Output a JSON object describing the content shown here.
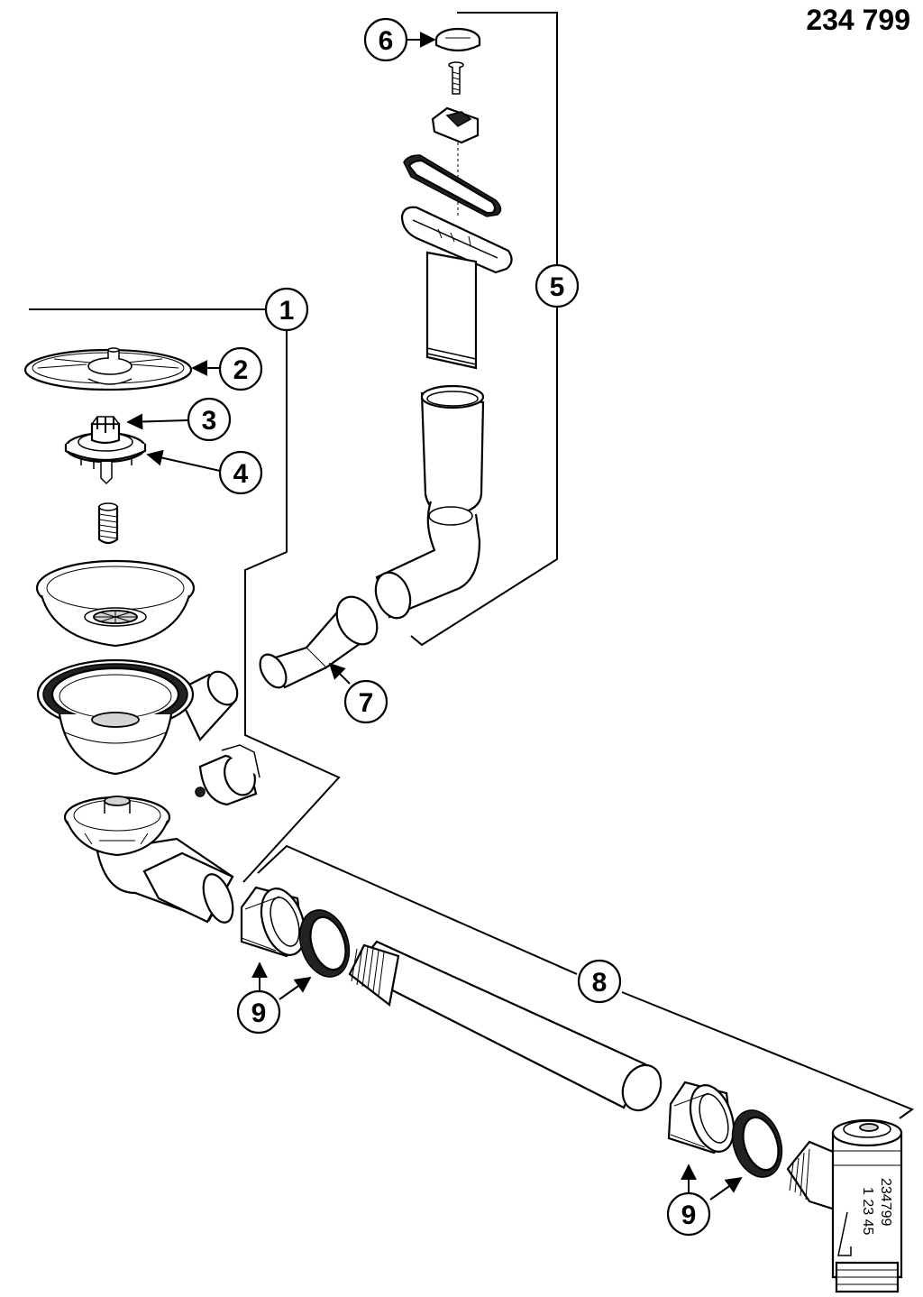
{
  "part_number": "234 799",
  "callouts": {
    "c1": "1",
    "c2": "2",
    "c3": "3",
    "c4": "4",
    "c5": "5",
    "c6": "6",
    "c7": "7",
    "c8": "8",
    "c9a": "9",
    "c9b": "9"
  },
  "tee_stamp": {
    "line1": "234799",
    "line2": "1 23 45"
  }
}
